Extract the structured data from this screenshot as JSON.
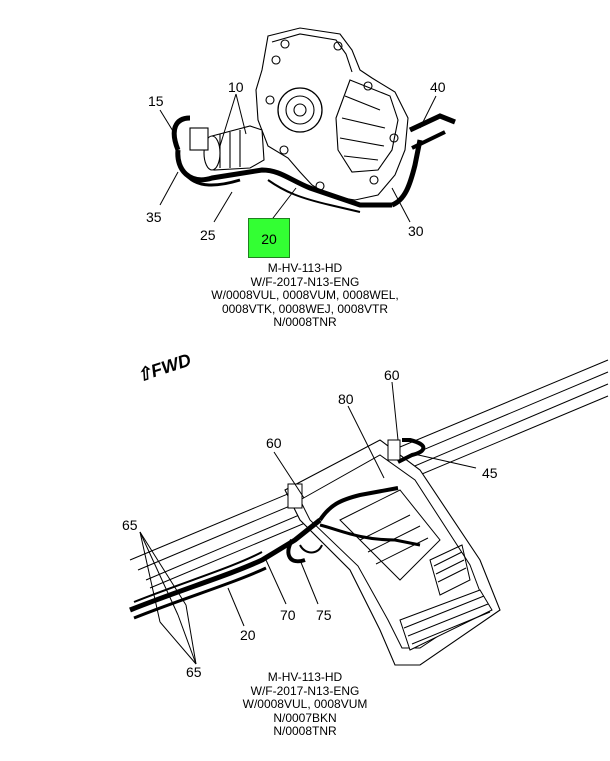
{
  "top_diagram": {
    "callouts": [
      "10",
      "15",
      "35",
      "25",
      "20",
      "30",
      "40"
    ],
    "highlight_callout": "20",
    "highlight_color": "#33ff33",
    "caption": [
      "M-HV-113-HD",
      "W/F-2017-N13-ENG",
      "W/0008VUL, 0008VUM, 0008WEL,",
      "0008VTK, 0008WEJ, 0008VTR",
      "N/0008TNR"
    ]
  },
  "bottom_diagram": {
    "direction_label": "FWD",
    "callouts": [
      "60",
      "80",
      "60",
      "45",
      "65",
      "70",
      "75",
      "20",
      "65"
    ],
    "caption": [
      "M-HV-113-HD",
      "W/F-2017-N13-ENG",
      "W/0008VUL, 0008VUM",
      "N/0007BKN",
      "N/0008TNR"
    ]
  }
}
